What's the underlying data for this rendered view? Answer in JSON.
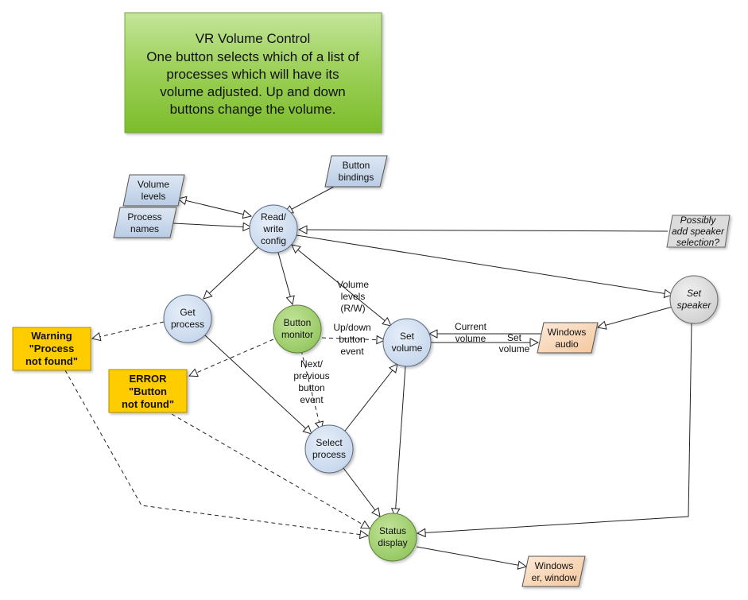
{
  "title_box": {
    "lines": [
      "VR Volume Control",
      "One button selects which of a list of",
      "processes which will have its",
      "volume adjusted. Up and down",
      "buttons change the volume."
    ]
  },
  "data_nodes": {
    "volume_levels": [
      "Volume",
      "levels"
    ],
    "process_names": [
      "Process",
      "names"
    ],
    "button_bindings": [
      "Button",
      "bindings"
    ],
    "speaker_selection": [
      "Possibly",
      "add speaker",
      "selection?"
    ],
    "windows_audio": [
      "Windows",
      "audio"
    ],
    "windows_output": [
      "Windows",
      "er, window"
    ]
  },
  "process_nodes": {
    "read_write_config": [
      "Read/",
      "write",
      "config"
    ],
    "get_process": [
      "Get",
      "process"
    ],
    "button_monitor": [
      "Button",
      "monitor"
    ],
    "set_volume": [
      "Set",
      "volume"
    ],
    "select_process": [
      "Select",
      "process"
    ],
    "set_speaker": [
      "Set",
      "speaker"
    ],
    "status_display": [
      "Status",
      "display"
    ]
  },
  "alert_nodes": {
    "warning": [
      "Warning",
      "\"Process",
      "not found\""
    ],
    "error": [
      "ERROR",
      "\"Button",
      "not found\""
    ]
  },
  "edge_labels": {
    "volume_levels_rw": [
      "Volume",
      "levels",
      "(R/W)"
    ],
    "up_down_event": [
      "Up/down",
      "button",
      "event"
    ],
    "next_previous_event": [
      "Next/",
      "previous",
      "button",
      "event"
    ],
    "current_volume": [
      "Current",
      "volume"
    ],
    "set_volume": [
      "Set",
      "volume"
    ]
  },
  "colors": {
    "data_fill": "#c6d6ea",
    "process_fill": "#d3dff0",
    "monitor_fill": "#9ccc6a",
    "speaker_fill": "#dcdcdc",
    "output_fill": "#f6d2b0",
    "alert_fill": "#ffcc00",
    "title_fill": "#8ac83e",
    "stroke": "#555555"
  }
}
